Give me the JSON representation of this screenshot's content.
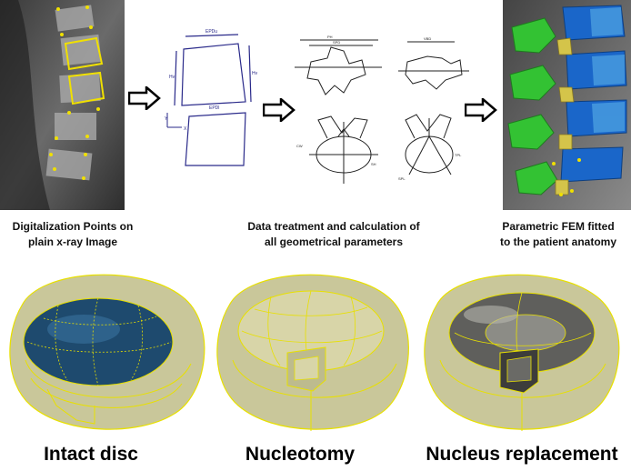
{
  "top_row": {
    "xray_caption": [
      "Digitalization Points on",
      "plain x-ray Image"
    ],
    "geometry_caption": [
      "Data treatment and calculation of",
      "all geometrical parameters"
    ],
    "fem_caption": [
      "Parametric FEM fitted",
      "to the patient anatomy"
    ]
  },
  "bottom_row": {
    "disc_labels": [
      "Intact disc",
      "Nucleotomy",
      "Nucleus replacement"
    ]
  },
  "colors": {
    "annulus": "#c9c79a",
    "outline": "#e8e000",
    "nucleus_blue": "#1e4a6e",
    "nucleus_grey": "#5f5f5c",
    "fem_green": "#33c233",
    "fem_blue": "#1a66c9"
  }
}
